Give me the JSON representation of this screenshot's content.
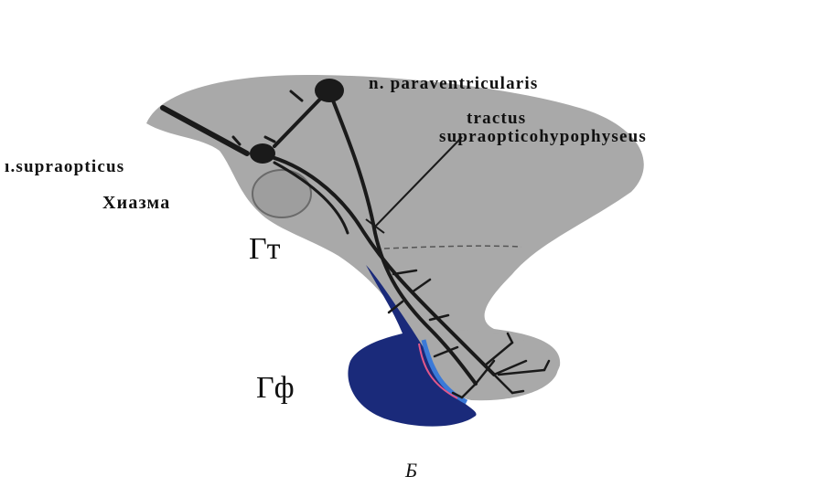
{
  "labels": {
    "paraventricularis": "n. paraventricularis",
    "tractus_line1": "tractus",
    "tractus_line2": "supraopticohypophyseus",
    "supraopticus": "ı.supraopticus",
    "chiasm": "Хиазма",
    "hypothalamus": "Гт",
    "hypophysis": "Гф",
    "figure_letter": "Б"
  },
  "colors": {
    "tissue": "#a9a9a9",
    "tissue_dark": "#8e8e8e",
    "neuron": "#1a1a1a",
    "adenohypophysis": "#1a2a7a",
    "accent_blue": "#3b7ad8",
    "accent_pink": "#e2578a"
  }
}
